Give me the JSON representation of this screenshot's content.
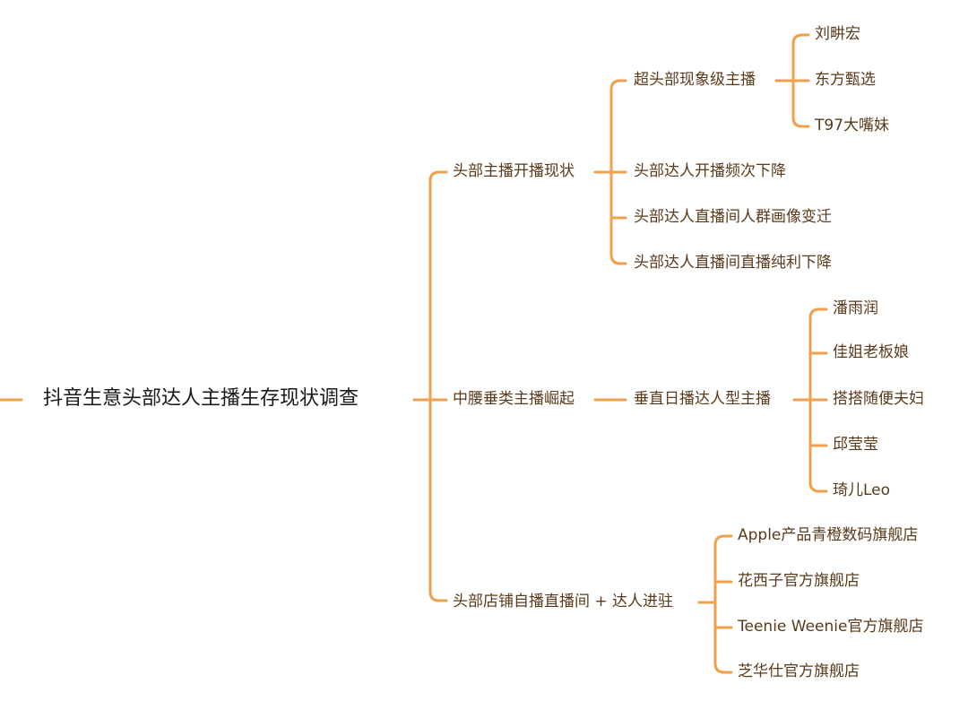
{
  "root": {
    "label": "抖音生意头部达人主播生存现状调查"
  },
  "branch_1": {
    "label": "头部主播开播现状",
    "children": [
      {
        "label": "超头部现象级主播",
        "children": [
          {
            "label": "刘畊宏"
          },
          {
            "label": "东方甄选"
          },
          {
            "label": "T97大嘴妹"
          }
        ]
      },
      {
        "label": "头部达人开播频次下降"
      },
      {
        "label": "头部达人直播间人群画像变迁"
      },
      {
        "label": "头部达人直播间直播纯利下降"
      }
    ]
  },
  "branch_2": {
    "label": "中腰垂类主播崛起",
    "children": [
      {
        "label": "垂直日播达人型主播",
        "children": [
          {
            "label": "潘雨润"
          },
          {
            "label": "佳姐老板娘"
          },
          {
            "label": "搭搭随便夫妇"
          },
          {
            "label": "邱莹莹"
          },
          {
            "label": "琦儿Leo"
          }
        ]
      }
    ]
  },
  "branch_3": {
    "label": "头部店铺自播直播间 + 达人进驻",
    "children": [
      {
        "label": "Apple产品青橙数码旗舰店"
      },
      {
        "label": "花西子官方旗舰店"
      },
      {
        "label": "Teenie Weenie官方旗舰店"
      },
      {
        "label": "芝华仕官方旗舰店"
      }
    ]
  },
  "colors": {
    "connector": "#f0a04b",
    "root_text": "#1a1a1a",
    "node_text": "#5a3a1a",
    "background": "#ffffff"
  }
}
